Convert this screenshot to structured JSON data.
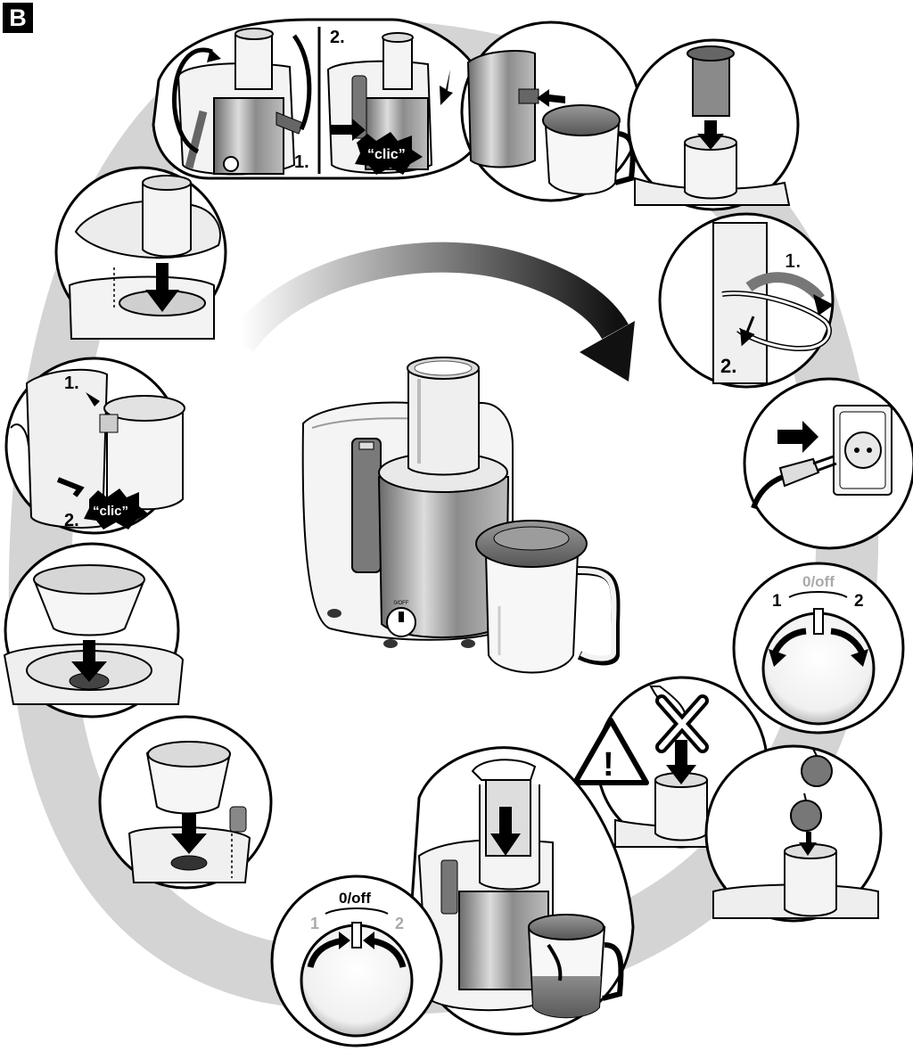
{
  "section_badge": "B",
  "labels": {
    "step_one": "1.",
    "step_two": "2.",
    "clic": "“clic”",
    "zero_off": "0/off",
    "speed_one": "1",
    "speed_two": "2",
    "warning_mark": "!"
  },
  "icons": {
    "warning": "warning-triangle-icon",
    "forbidden": "cross-icon",
    "arrow": "arrow-icon"
  },
  "colors": {
    "ink": "#000000",
    "paper": "#ffffff",
    "shadow": "#c8c8c8",
    "metal": "#9a9a9a",
    "light": "#e6e6e6"
  }
}
